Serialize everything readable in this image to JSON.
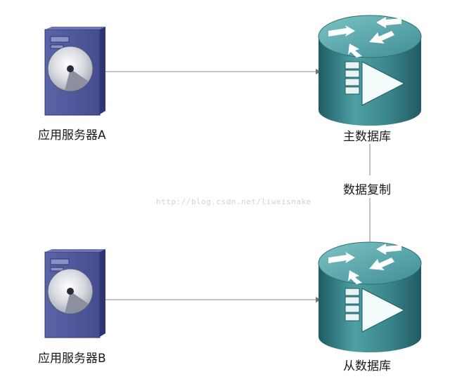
{
  "nodes": {
    "server_a": {
      "label": "应用服务器A",
      "kind": "server",
      "icon": "server-icon"
    },
    "server_b": {
      "label": "应用服务器B",
      "kind": "server",
      "icon": "server-icon"
    },
    "master_db": {
      "label": "主数据库",
      "kind": "database",
      "icon": "router-database-icon"
    },
    "slave_db": {
      "label": "从数据库",
      "kind": "database",
      "icon": "router-database-icon"
    }
  },
  "edges": [
    {
      "from": "server_a",
      "to": "master_db",
      "label": ""
    },
    {
      "from": "master_db",
      "to": "slave_db",
      "label": "数据复制"
    },
    {
      "from": "server_b",
      "to": "slave_db",
      "label": ""
    }
  ],
  "watermark": "http://blog.csdn.net/liweisnake",
  "colors": {
    "server_body": "#4b5597",
    "server_dark": "#2f3570",
    "db_body": "#3f8e93",
    "db_dark": "#1f5c63",
    "connector": "#888888"
  }
}
